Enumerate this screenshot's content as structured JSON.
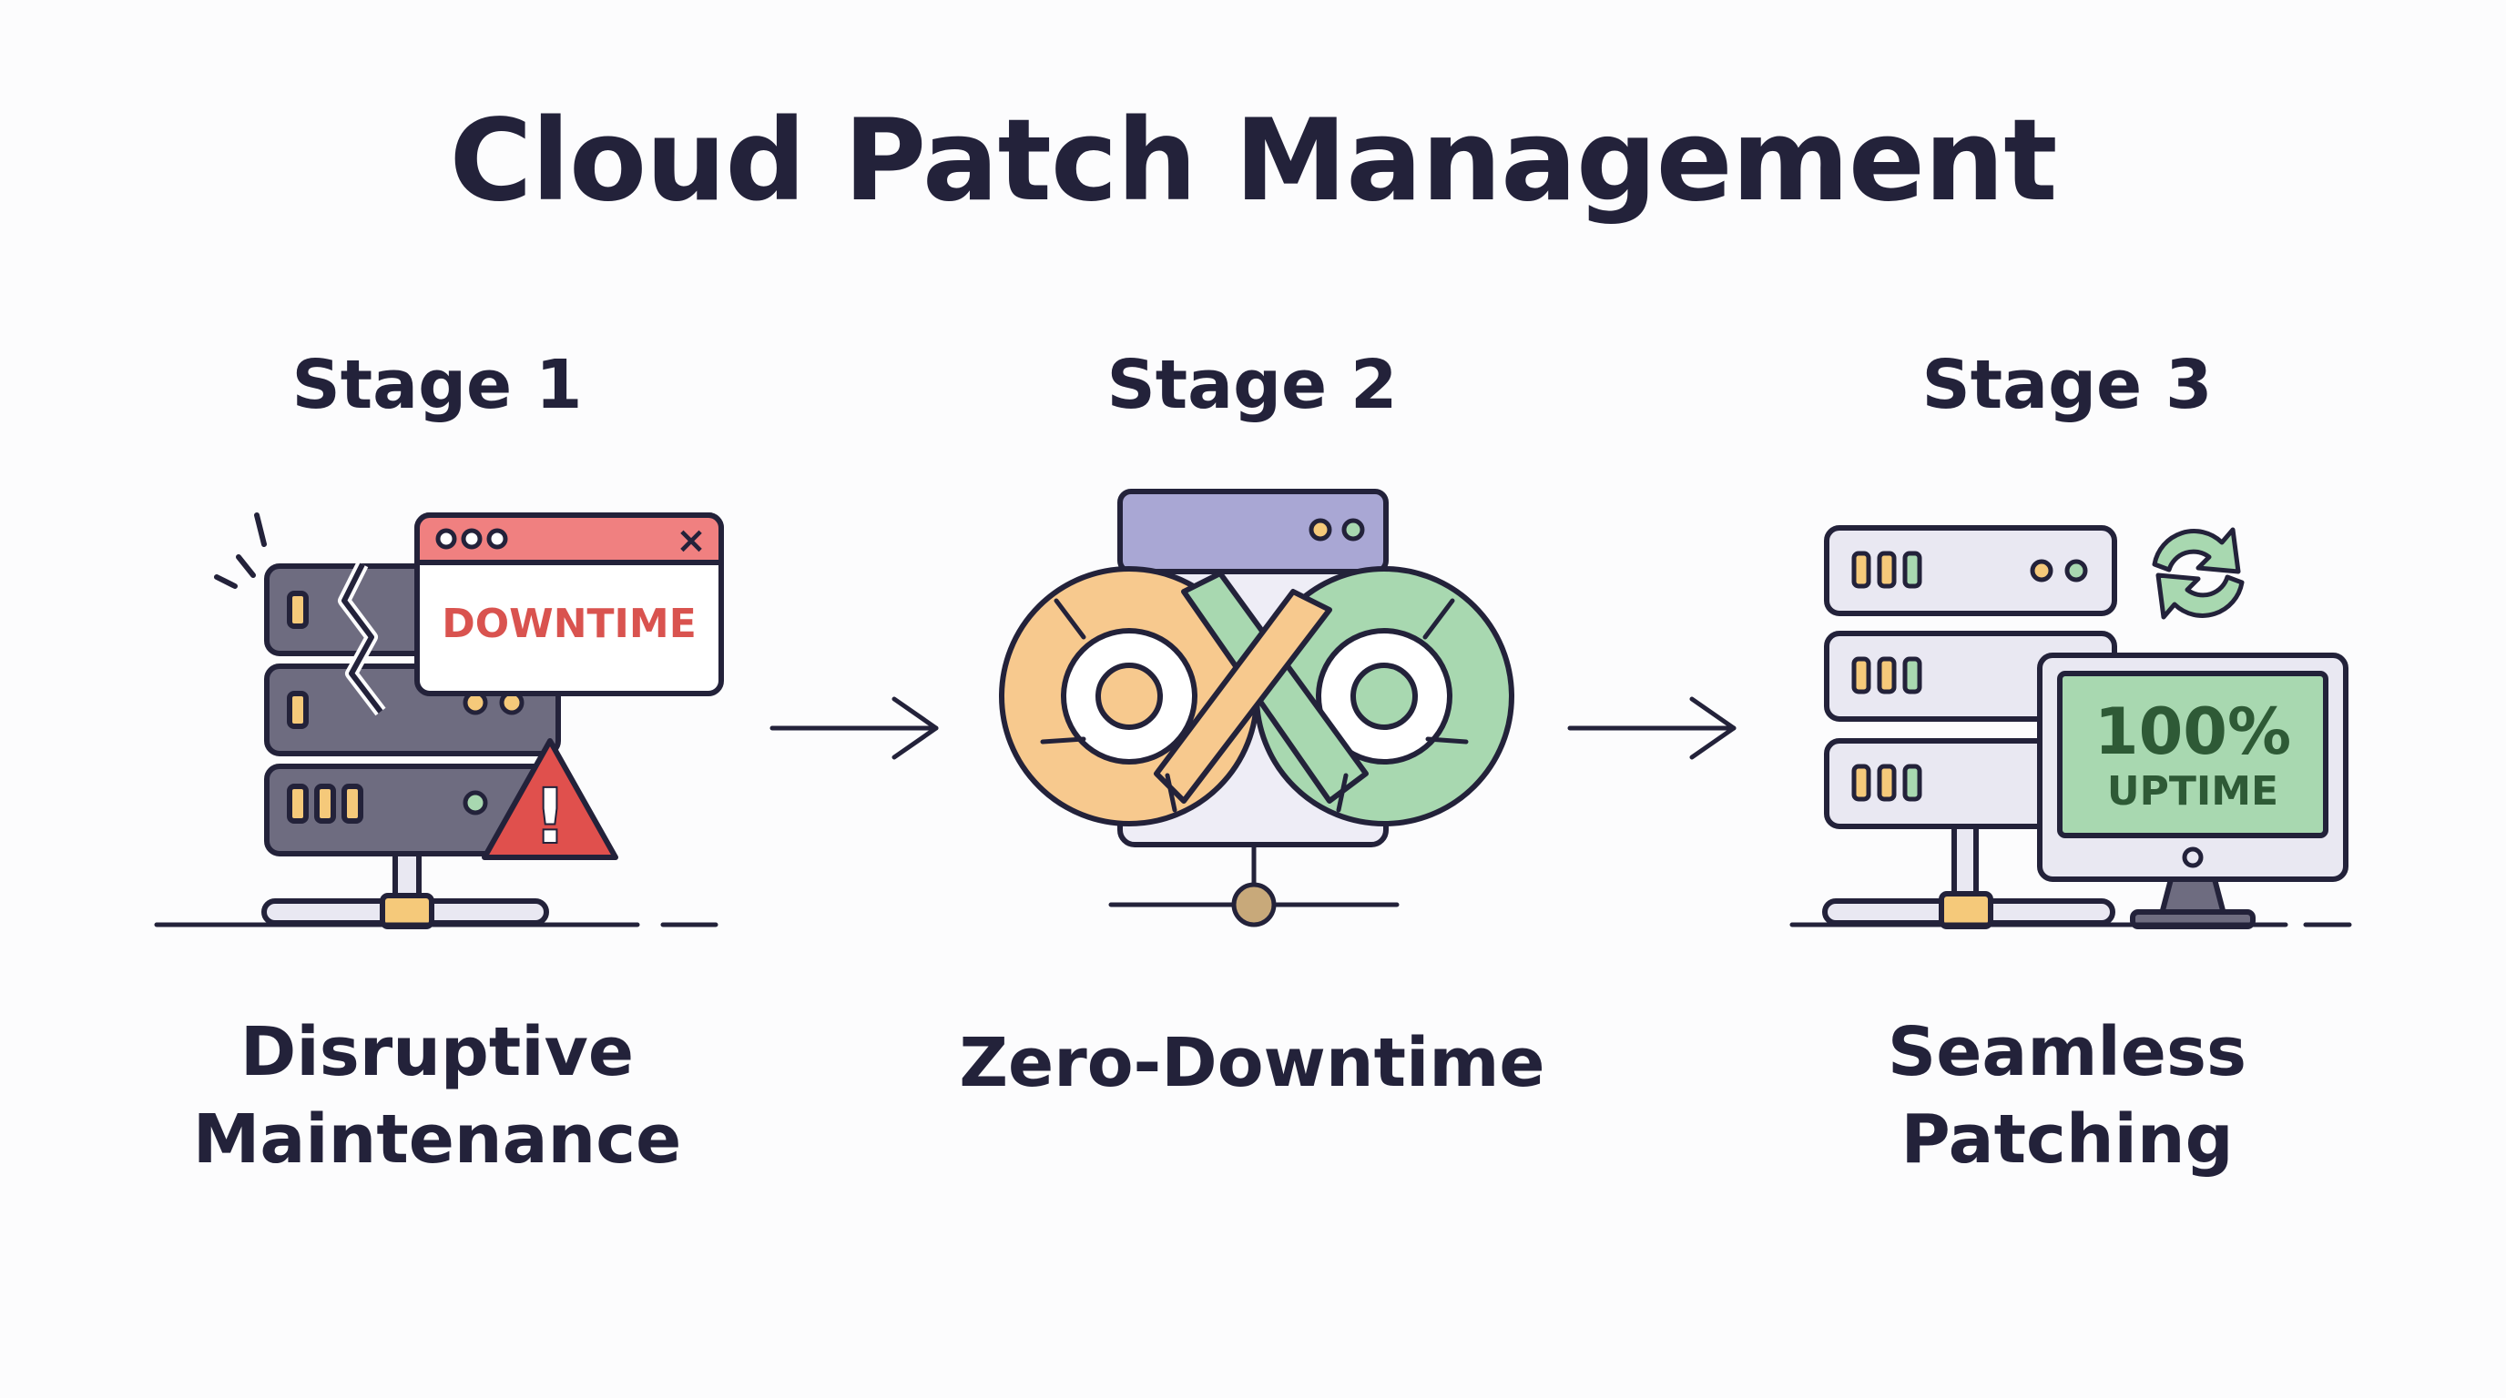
{
  "title": "Cloud Patch Management",
  "stages": [
    {
      "label": "Stage 1",
      "caption_lines": [
        "Disruptive",
        "Maintenance"
      ],
      "badge_text": "DOWNTIME",
      "close_glyph": "×",
      "alert_glyph": "!"
    },
    {
      "label": "Stage 2",
      "caption_lines": [
        "Zero-Downtime"
      ]
    },
    {
      "label": "Stage 3",
      "caption_lines": [
        "Seamless",
        "Patching"
      ],
      "monitor_lines": [
        "100%",
        "UPTIME"
      ]
    }
  ],
  "colors": {
    "ink": "#23223a",
    "server_gray": "#6e6c80",
    "server_light": "#e9e8f2",
    "window_red": "#f08080",
    "alert_red": "#e0504d",
    "text_red": "#d9534f",
    "orange": "#f7c98e",
    "green": "#a8d8b0",
    "lavender": "#a9a7d4",
    "amber": "#f5c97a"
  }
}
